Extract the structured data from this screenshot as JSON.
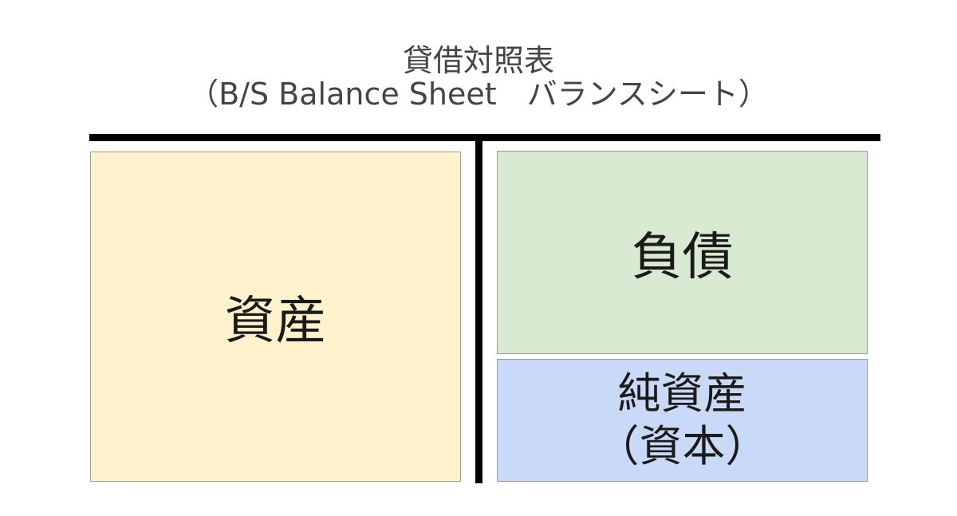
{
  "title": {
    "line1": "貸借対照表",
    "line2": "（B/S Balance Sheet　バランスシート）"
  },
  "left": {
    "assets_label": "資産",
    "color": "#fff2cc"
  },
  "right": {
    "liabilities_label": "負債",
    "liabilities_color": "#d9ead3",
    "equity_label_line1": "純資産",
    "equity_label_line2": "（資本）",
    "equity_color": "#c9daf8"
  }
}
